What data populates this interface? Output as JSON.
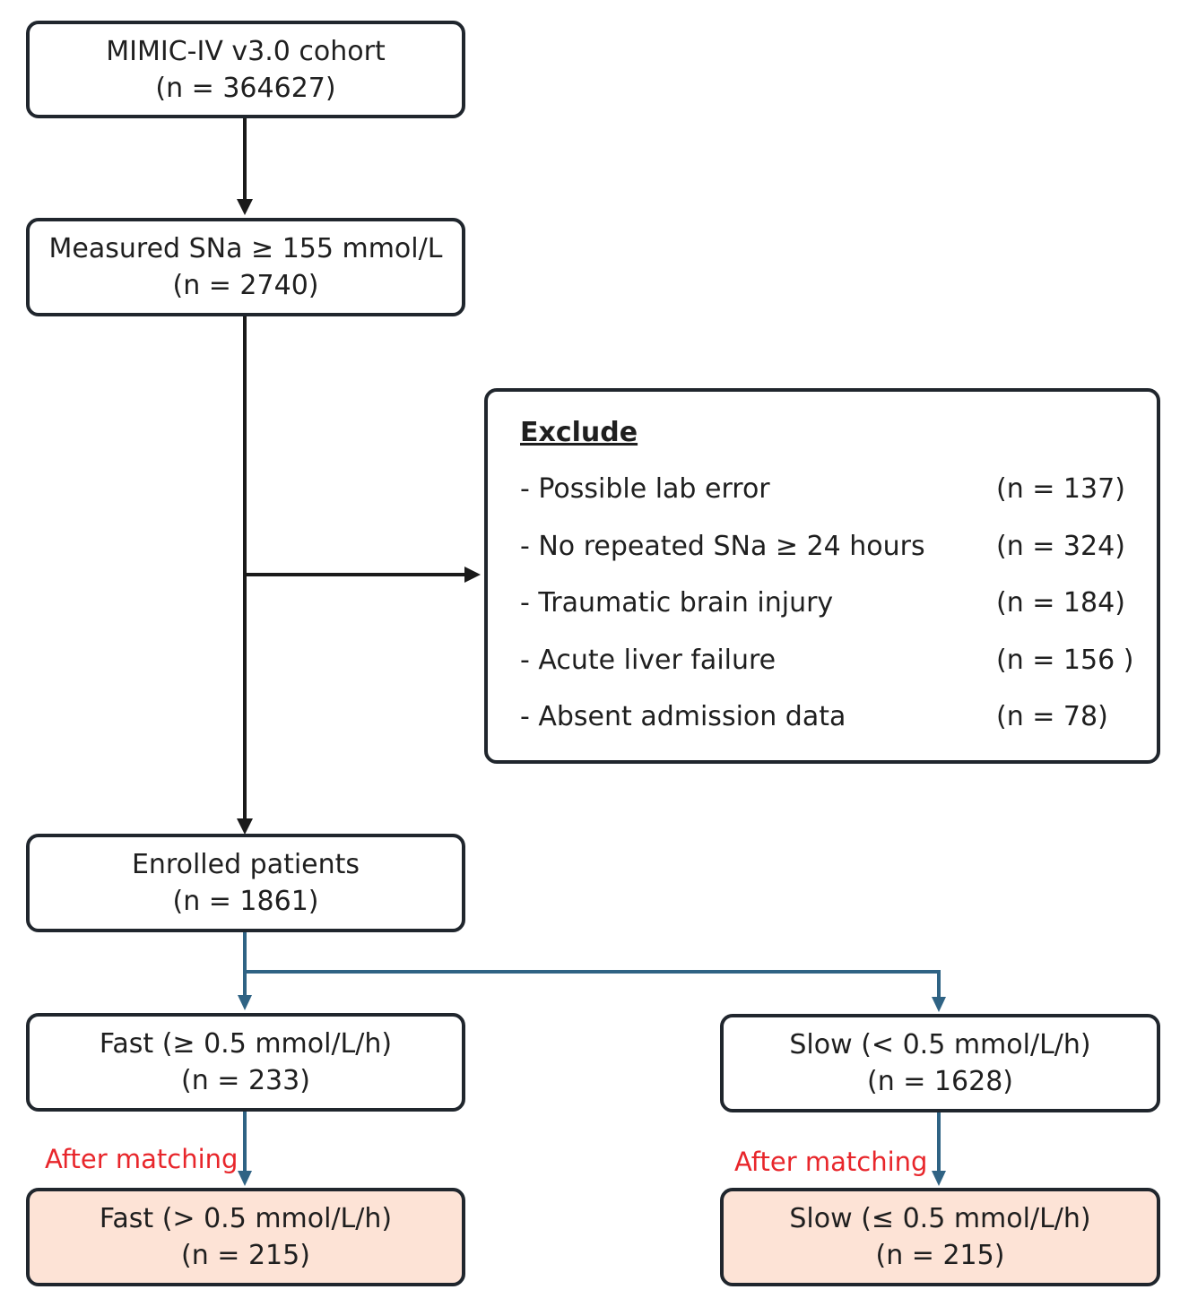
{
  "colors": {
    "box_border": "#20262d",
    "black_arrow": "#1a1a1a",
    "blue_arrow": "#2f6384",
    "matched_fill": "#fde3d6",
    "after_matching_text": "#e8262b"
  },
  "nodes": {
    "cohort": {
      "line1": "MIMIC-IV v3.0 cohort",
      "line2": "(n = 364627)"
    },
    "measured": {
      "line1": "Measured SNa ≥ 155 mmol/L",
      "line2": "(n = 2740)"
    },
    "enrolled": {
      "line1": "Enrolled patients",
      "line2": "(n = 1861)"
    },
    "fast": {
      "line1": "Fast (≥ 0.5 mmol/L/h)",
      "line2": "(n = 233)"
    },
    "slow": {
      "line1": "Slow (< 0.5 mmol/L/h)",
      "line2": "(n = 1628)"
    },
    "fast_matched": {
      "line1": "Fast (> 0.5 mmol/L/h)",
      "line2": "(n = 215)"
    },
    "slow_matched": {
      "line1": "Slow (≤ 0.5 mmol/L/h)",
      "line2": "(n = 215)"
    }
  },
  "exclude": {
    "title": "Exclude",
    "items": [
      {
        "label": "- Possible lab error",
        "count": "(n = 137)"
      },
      {
        "label": "- No repeated SNa ≥ 24 hours",
        "count": "(n = 324)"
      },
      {
        "label": "- Traumatic brain injury",
        "count": "(n = 184)"
      },
      {
        "label": "- Acute liver failure",
        "count": "(n = 156 )"
      },
      {
        "label": "- Absent admission data",
        "count": "(n = 78)"
      }
    ]
  },
  "labels": {
    "after_matching_left": "After matching",
    "after_matching_right": "After matching"
  }
}
